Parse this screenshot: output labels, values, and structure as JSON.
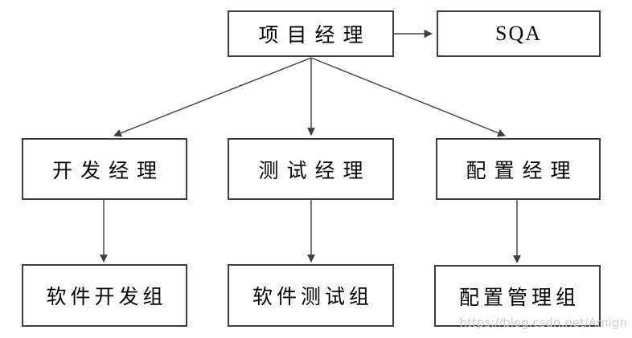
{
  "diagram": {
    "type": "org-flowchart",
    "nodes": {
      "project_manager": {
        "label": "项目经理"
      },
      "sqa": {
        "label": "SQA"
      },
      "dev_manager": {
        "label": "开发经理"
      },
      "test_manager": {
        "label": "测试经理"
      },
      "config_manager": {
        "label": "配置经理"
      },
      "software_dev_group": {
        "label": "软件开发组"
      },
      "software_test_group": {
        "label": "软件测试组"
      },
      "config_mgmt_group": {
        "label": "配置管理组"
      }
    },
    "edges": [
      {
        "from": "项目经理",
        "to": "SQA"
      },
      {
        "from": "项目经理",
        "to": "开发经理"
      },
      {
        "from": "项目经理",
        "to": "测试经理"
      },
      {
        "from": "项目经理",
        "to": "配置经理"
      },
      {
        "from": "开发经理",
        "to": "软件开发组"
      },
      {
        "from": "测试经理",
        "to": "软件测试组"
      },
      {
        "from": "配置经理",
        "to": "配置管理组"
      }
    ]
  },
  "colors": {
    "background": "#ffffff",
    "box_border": "#3d3d3d",
    "line": "#3d3d3d",
    "text": "#000000",
    "watermark": "#c6cad0"
  },
  "watermark": {
    "text": "https://blog.csdn.net/Amign"
  }
}
